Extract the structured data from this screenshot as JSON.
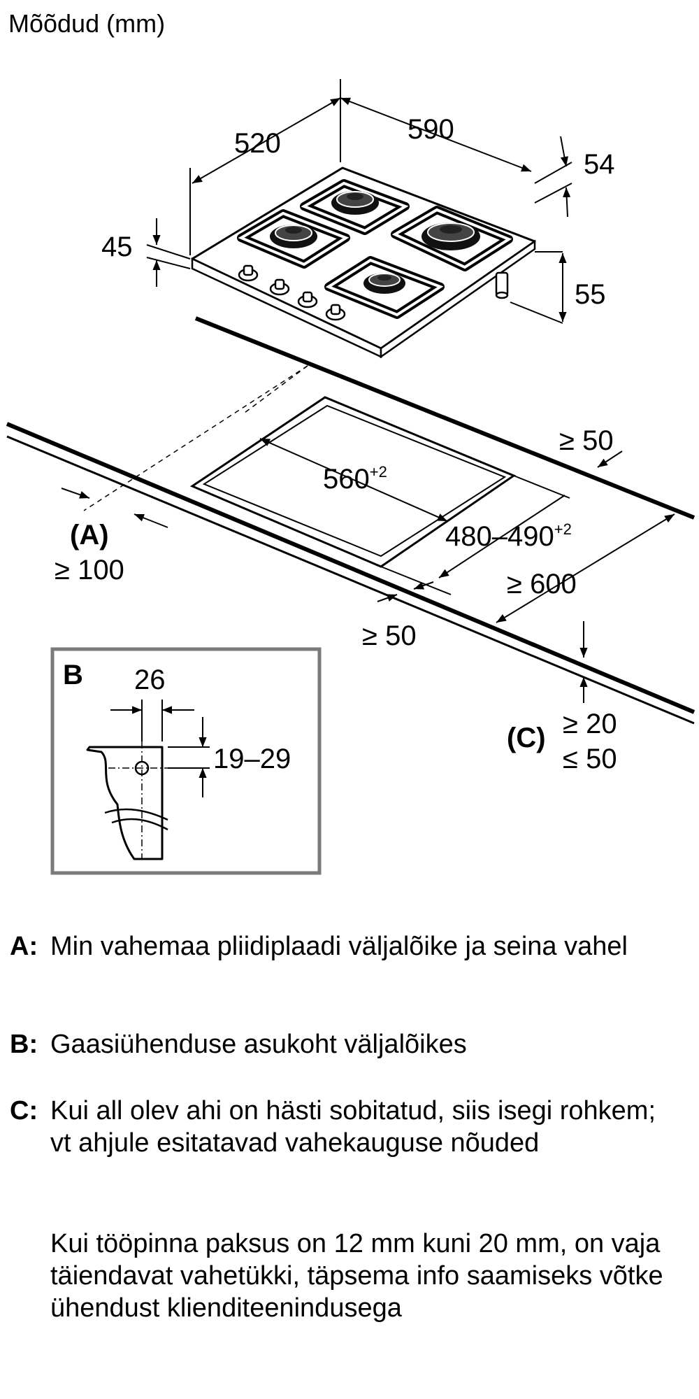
{
  "title": "Mõõdud (mm)",
  "dimensions": {
    "depth": "520",
    "width": "590",
    "top_offset": "54",
    "thickness": "45",
    "height": "55",
    "back_clearance": "≥ 50",
    "cutout_width": "560",
    "cutout_width_tol": "+2",
    "cutout_depth": "480–490",
    "cutout_depth_tol": "+2",
    "counter_depth": "≥ 600",
    "front_clearance": "≥ 50",
    "side_clearance_label": "(A)",
    "side_clearance": "≥ 100",
    "panel_label": "(C)",
    "panel_min": "≥ 20",
    "panel_max": "≤ 50"
  },
  "detail": {
    "label": "B",
    "width": "26",
    "height": "19–29"
  },
  "legend": [
    {
      "key": "A:",
      "text": "Min vahemaa pliidiplaadi väljalõike ja seina vahel"
    },
    {
      "key": "B:",
      "text": "Gaasiühenduse asukoht väljalõikes"
    },
    {
      "key": "C:",
      "text": "Kui all olev ahi on hästi sobitatud, siis isegi rohkem; vt ahjule esitatavad vahekauguse nõuded"
    }
  ],
  "note": "Kui tööpinna paksus on 12 mm kuni 20 mm, on vaja täiendavat vahetükki, täpsema info saamiseks võtke ühendust klienditeenindusega"
}
